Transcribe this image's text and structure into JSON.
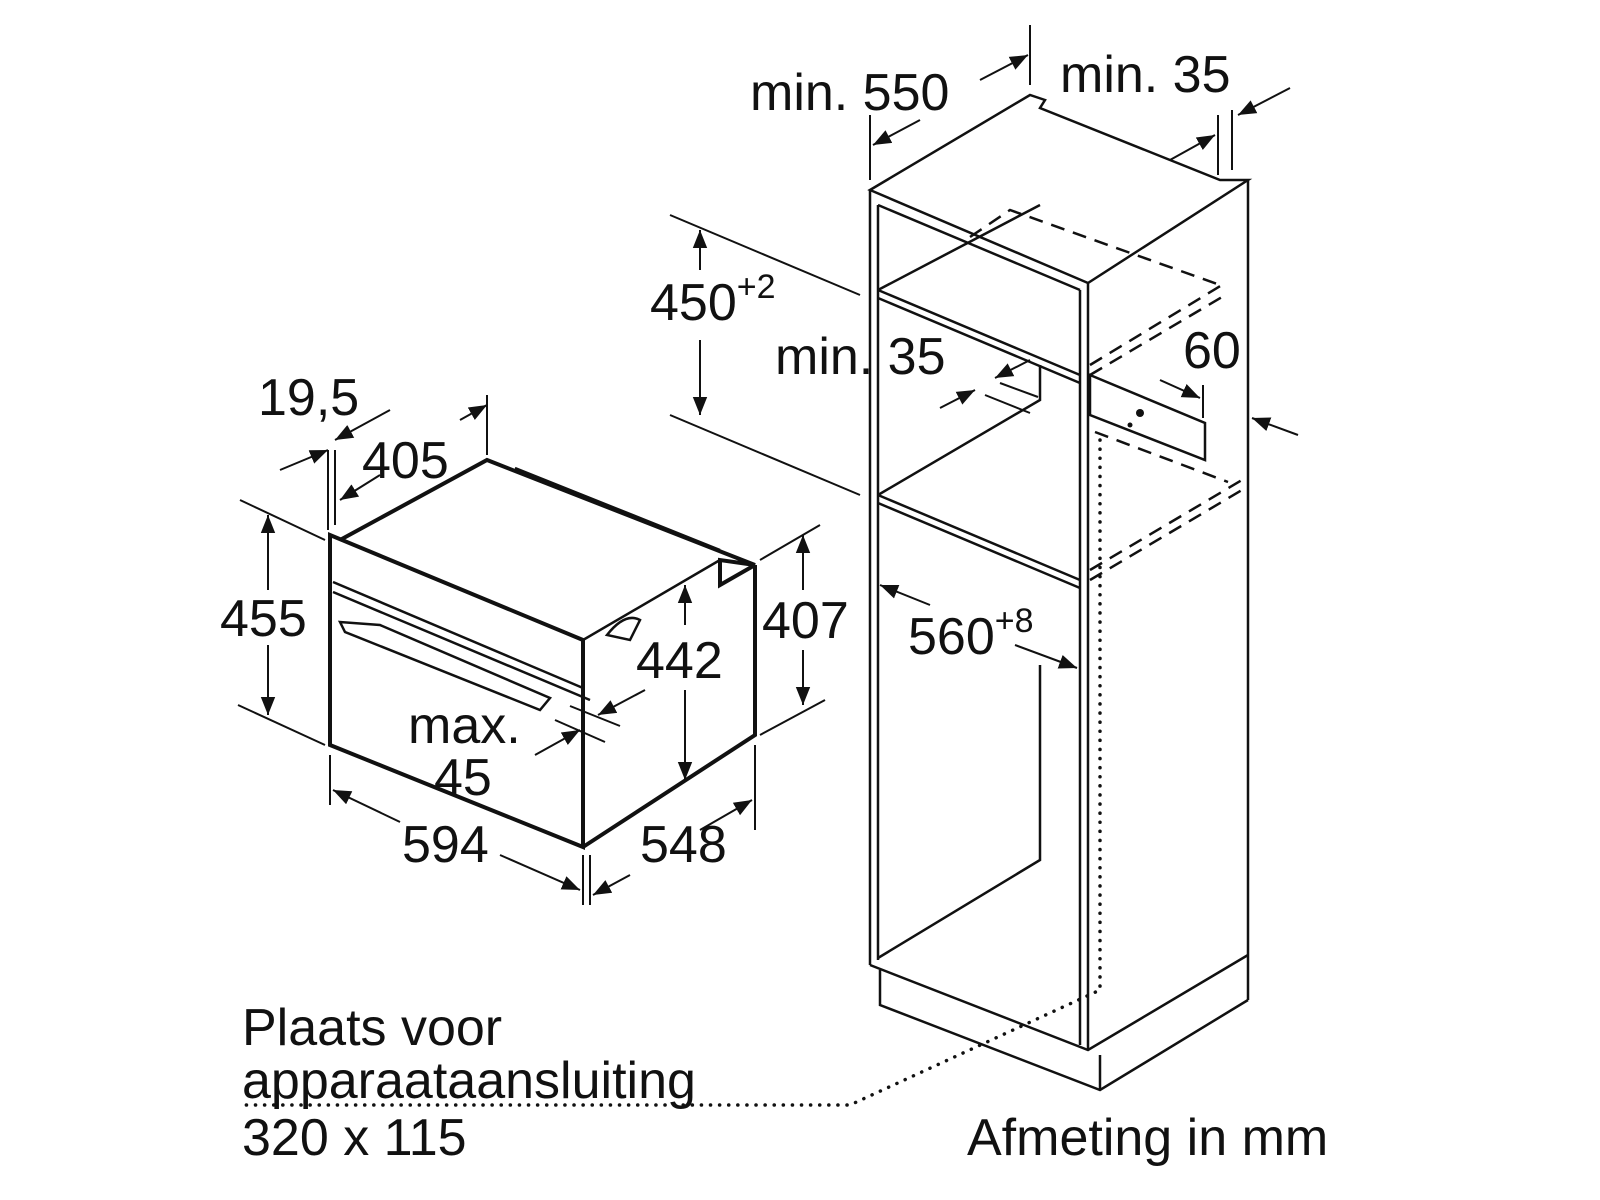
{
  "oven": {
    "depth_top": "19,5",
    "depth_panel": "405",
    "height_total": "455",
    "height_side": "407",
    "height_inner": "442",
    "max_label": "max.",
    "max_value": "45",
    "width": "594",
    "depth": "548"
  },
  "cabinet": {
    "min_depth": "min. 550",
    "min_back_top": "min. 35",
    "niche_height": "450",
    "niche_height_tol": "+2",
    "min_back_mid": "min. 35",
    "cutout": "60",
    "niche_width": "560",
    "niche_width_tol": "+8"
  },
  "notes": {
    "connection_line1": "Plaats voor",
    "connection_line2": "apparaataansluiting",
    "connection_line3": "320 x 115",
    "units": "Afmeting in mm"
  }
}
